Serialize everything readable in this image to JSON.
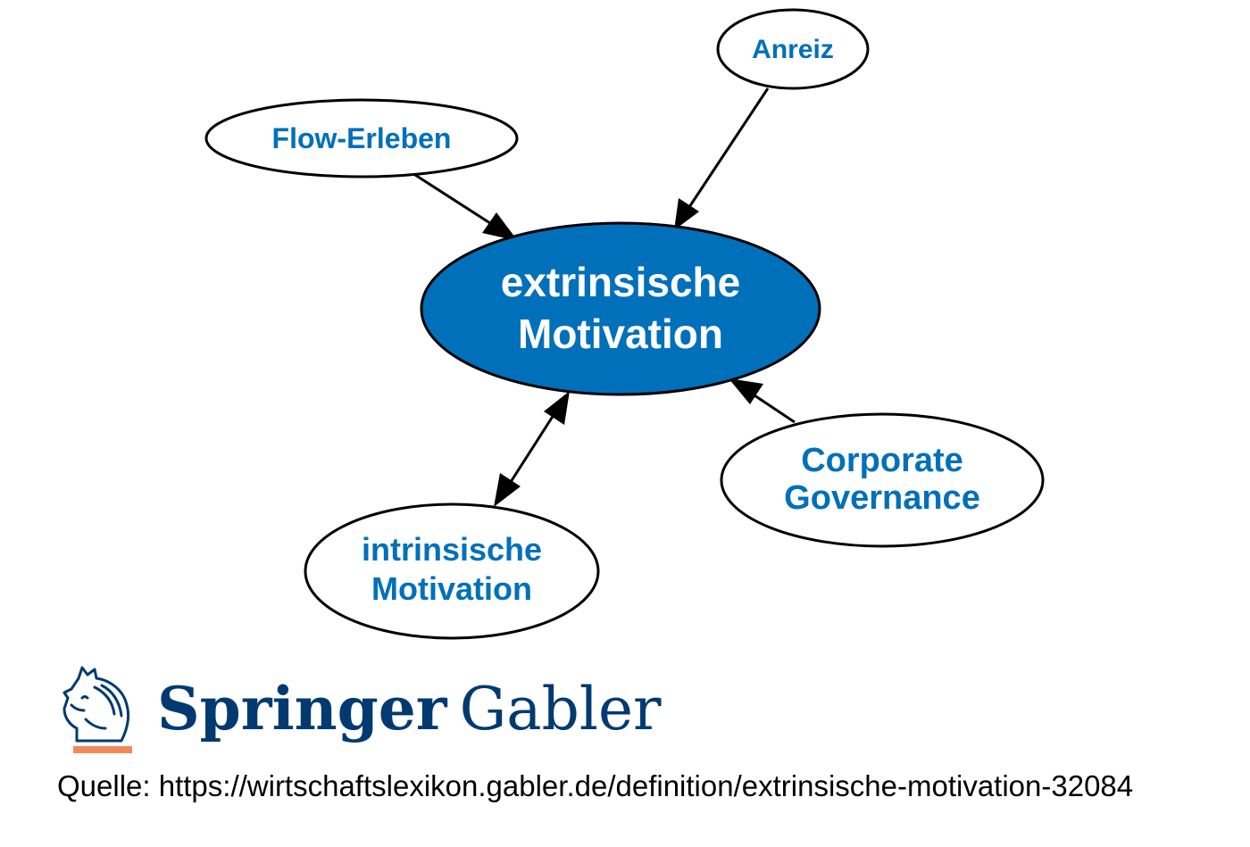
{
  "diagram": {
    "center": {
      "line1": "extrinsische",
      "line2": "Motivation"
    },
    "nodes": {
      "anreiz": "Anreiz",
      "flow": "Flow-Erleben",
      "corporate": {
        "line1": "Corporate",
        "line2": "Governance"
      },
      "intrinsic": {
        "line1": "intrinsische",
        "line2": "Motivation"
      }
    }
  },
  "colors": {
    "center_fill": "#0070ba",
    "node_text": "#0070ba",
    "center_text": "#ffffff",
    "edge": "#000000",
    "brand_blue": "#003a70",
    "brand_accent": "#f08a5d"
  },
  "brand": {
    "name_bold": "Springer",
    "name_light": "Gabler",
    "logo_icon": "springer-horse-icon"
  },
  "source_text": "Quelle: https://wirtschaftslexikon.gabler.de/definition/extrinsische-motivation-32084"
}
